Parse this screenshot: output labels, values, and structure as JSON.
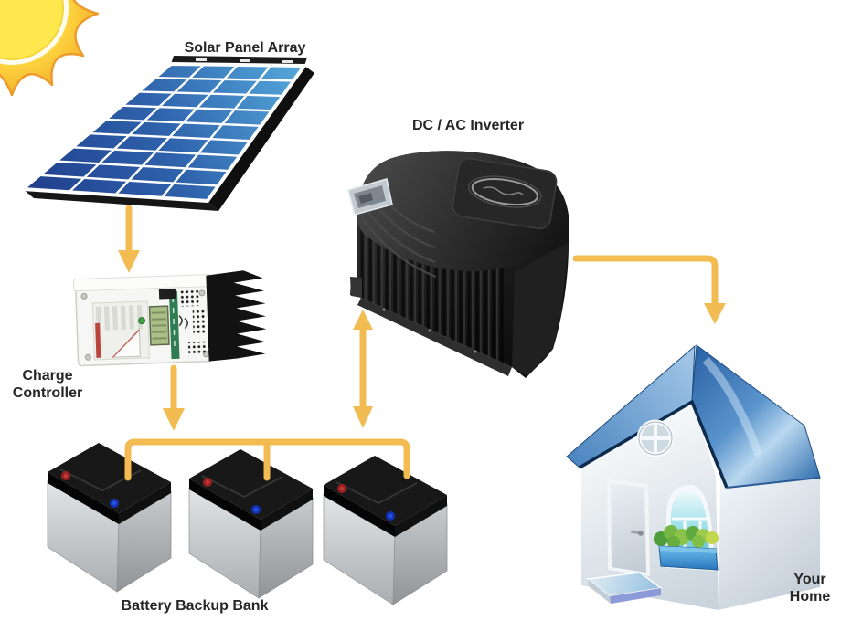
{
  "diagram": {
    "type": "flow-diagram",
    "subject": "Home solar power system with battery backup",
    "labels": {
      "solar_panel_array": "Solar Panel Array",
      "dc_ac_inverter": "DC / AC Inverter",
      "charge_controller": [
        "Charge",
        "Controller"
      ],
      "battery_backup_bank": "Battery Backup Bank",
      "your_home": [
        "Your",
        "Home"
      ]
    },
    "components": [
      {
        "id": "sun",
        "description": "cartoon sun in top-left corner"
      },
      {
        "id": "solar-panel-array",
        "label": "Solar Panel Array",
        "cells": "4 x 9 blue grid"
      },
      {
        "id": "charge-controller",
        "label": "Charge Controller",
        "description": "white unit with black heatsink fins and green LCD"
      },
      {
        "id": "battery-backup-bank",
        "label": "Battery Backup Bank",
        "battery_count": 3
      },
      {
        "id": "dc-ac-inverter",
        "label": "DC / AC Inverter",
        "description": "black finned inverter with oval logo"
      },
      {
        "id": "your-home",
        "label": "Your Home",
        "description": "white house with blue roof, door, arched window, flower box"
      }
    ],
    "connections": [
      {
        "from": "solar-panel-array",
        "to": "charge-controller",
        "style": "arrow-down"
      },
      {
        "from": "charge-controller",
        "to": "battery-backup-bank",
        "style": "arrow-down"
      },
      {
        "from": "battery-backup-bank",
        "to": "dc-ac-inverter",
        "style": "arrow-bidirectional"
      },
      {
        "from": "dc-ac-inverter",
        "to": "your-home",
        "style": "arrow-right-then-down"
      },
      {
        "from": "battery-backup-bank",
        "to": "battery-backup-bank",
        "style": "bus-wire joining 3 batteries"
      }
    ],
    "colors": {
      "arrow": "#F2BC52",
      "panel_cell_dark": "#203E8C",
      "panel_cell_light": "#55AADC",
      "roof_blue": "#2E66AA",
      "sun_yellow": "#FFE84D",
      "heatsink_black": "#121212",
      "battery_body_gray": "#C6C9CC",
      "battery_terminal_positive": "#9E2020",
      "battery_terminal_negative": "#1233B8",
      "label_text": "#262626",
      "background": "#FFFFFF"
    }
  }
}
